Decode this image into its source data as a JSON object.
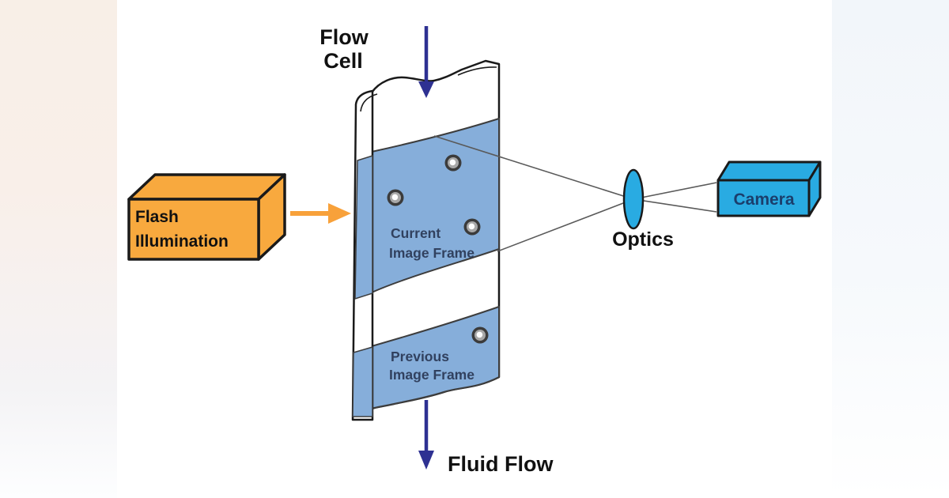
{
  "colors": {
    "flash_box": "#F8A93E",
    "flash_arrow": "#F8A13A",
    "device_cyan": "#29ABE2",
    "fluid_band": "#86AEDA",
    "flow_arrow": "#2E3192",
    "frame_label": "#31415F",
    "camera_label": "#1B3E6C",
    "particle": "#A8A8A8",
    "ray": "#5A5A5A"
  },
  "labels": {
    "flow_cell_line1": "Flow",
    "flow_cell_line2": "Cell",
    "flash_line1": "Flash",
    "flash_line2": "Illumination",
    "current_frame_line1": "Current",
    "current_frame_line2": "Image Frame",
    "previous_frame_line1": "Previous",
    "previous_frame_line2": "Image Frame",
    "optics": "Optics",
    "camera": "Camera",
    "fluid_flow": "Fluid Flow"
  }
}
